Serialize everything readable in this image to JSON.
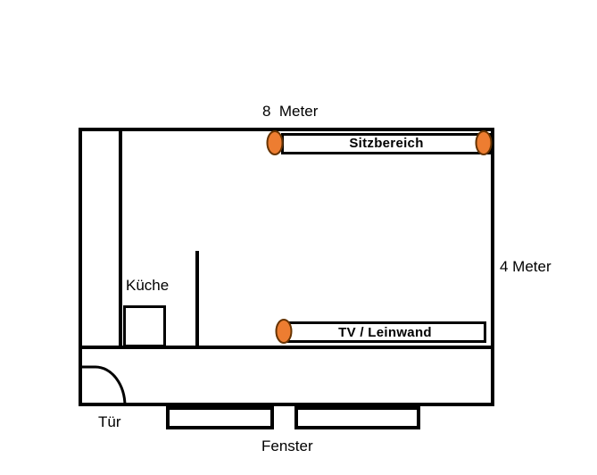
{
  "floor_plan": {
    "dimensions": {
      "width": "8  Meter",
      "height": "4 Meter"
    },
    "labels": {
      "seating": "Sitzbereich",
      "tv": "TV / Leinwand",
      "kitchen": "Küche",
      "door": "Tür",
      "window": "Fenster"
    },
    "colors": {
      "line": "#000000",
      "background": "#ffffff",
      "marker_fill": "#ED7D31",
      "marker_outline": "#663300"
    }
  }
}
